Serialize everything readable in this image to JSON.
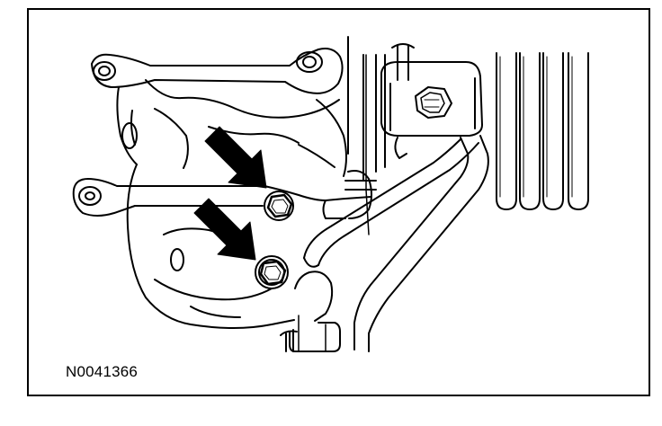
{
  "figure": {
    "id_label": "N0041366",
    "line_color": "#000000",
    "background_color": "#ffffff"
  },
  "callouts": [
    {
      "name": "arrow-upper-bolt",
      "icon": "arrow-down-right-icon",
      "target": "upper-bolt"
    },
    {
      "name": "arrow-lower-bolt",
      "icon": "arrow-down-right-icon",
      "target": "lower-bolt"
    }
  ]
}
